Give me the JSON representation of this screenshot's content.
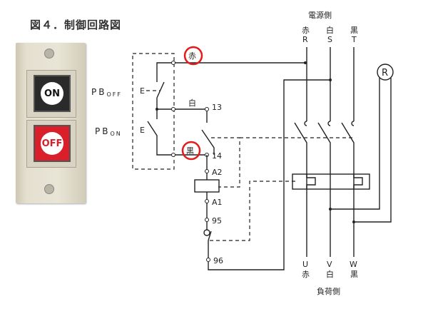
{
  "title": "図４．制御回路図",
  "photo": {
    "on_label": "ON",
    "off_label": "OFF",
    "on_color": "#2a2a2a",
    "off_color": "#d81f2a"
  },
  "labels": {
    "pb_off_main": "PB",
    "pb_off_sub": "OFF",
    "pb_on_main": "PB",
    "pb_on_sub": "ON",
    "e_marker": "E",
    "wire_red": "赤",
    "wire_white": "白",
    "wire_black": "黒",
    "t13": "13",
    "t14": "14",
    "a2": "A2",
    "a1": "A1",
    "t95": "95",
    "t96": "96",
    "source_side": "電源側",
    "load_side": "負荷側",
    "relay": "R",
    "phases_top": [
      {
        "color": "赤",
        "name": "R"
      },
      {
        "color": "白",
        "name": "S"
      },
      {
        "color": "黒",
        "name": "T"
      }
    ],
    "phases_bottom": [
      {
        "name": "U",
        "color": "赤"
      },
      {
        "name": "V",
        "color": "白"
      },
      {
        "name": "W",
        "color": "黒"
      }
    ]
  },
  "highlight_color": "#e31b1b"
}
